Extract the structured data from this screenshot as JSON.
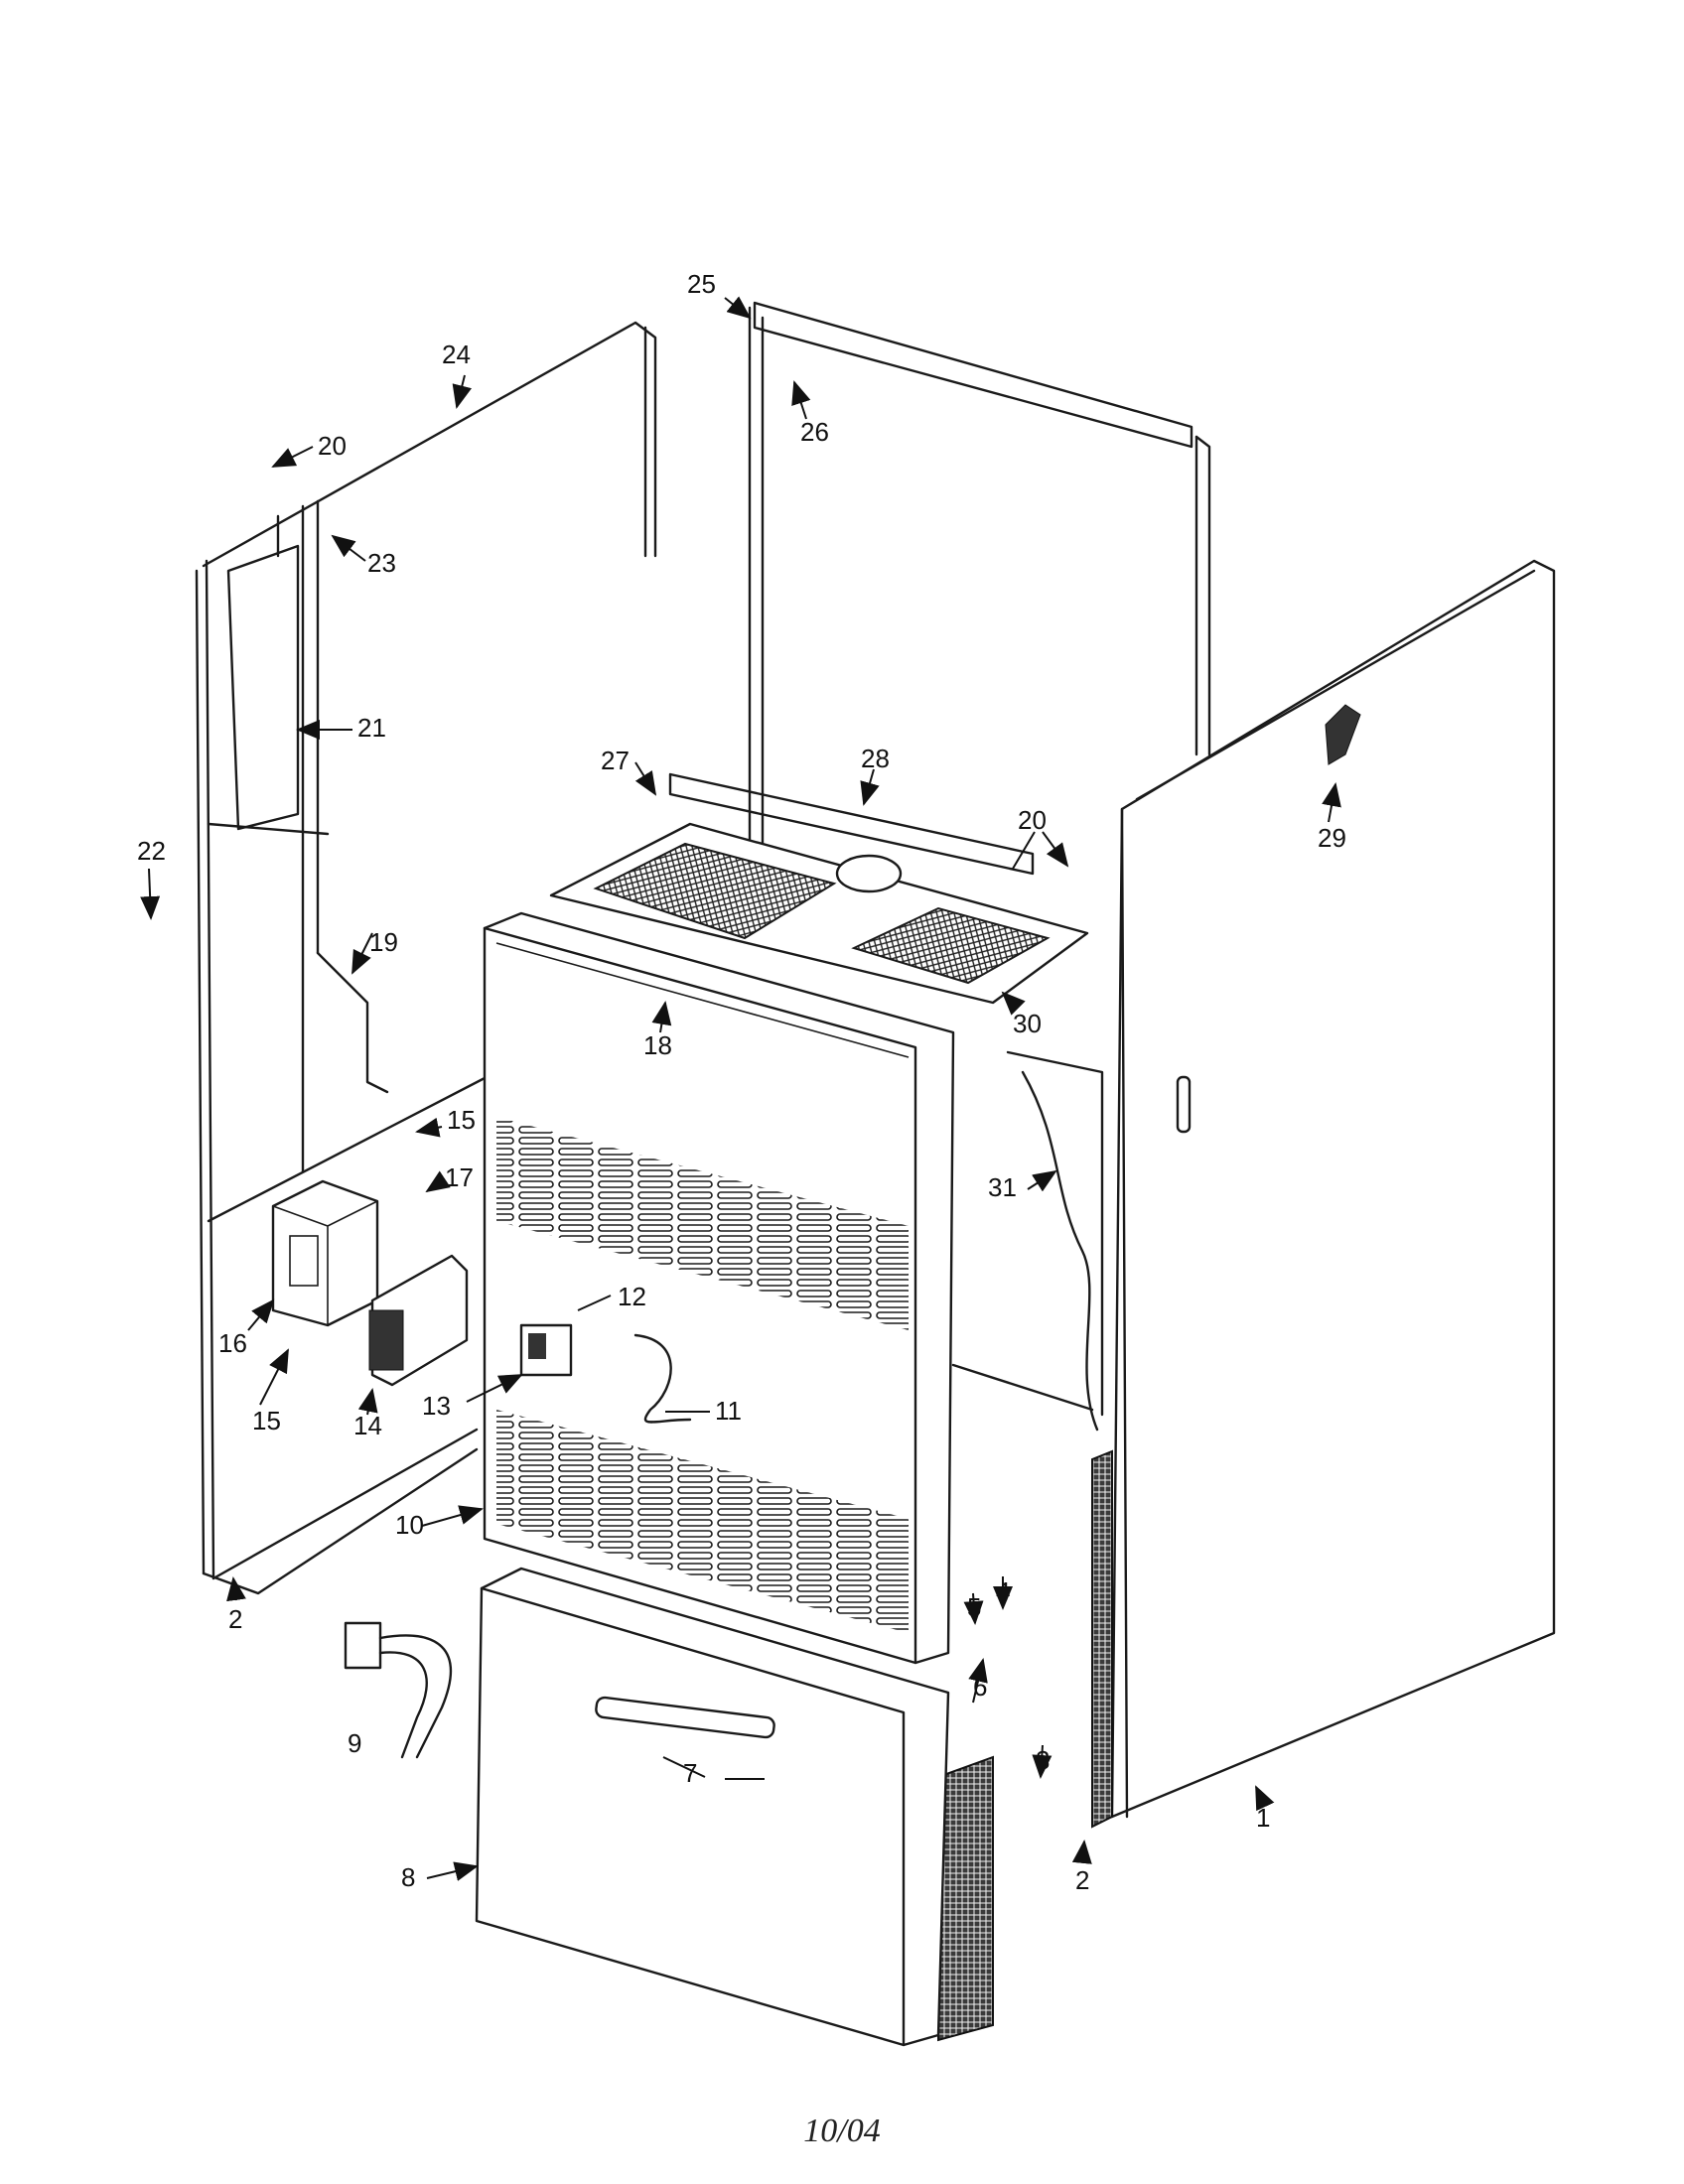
{
  "diagram": {
    "callouts": [
      {
        "id": "1",
        "text": "1"
      },
      {
        "id": "2a",
        "text": "2"
      },
      {
        "id": "2b",
        "text": "2"
      },
      {
        "id": "3",
        "text": "3"
      },
      {
        "id": "4",
        "text": "4"
      },
      {
        "id": "5",
        "text": "5"
      },
      {
        "id": "6",
        "text": "6"
      },
      {
        "id": "7",
        "text": "7"
      },
      {
        "id": "8",
        "text": "8"
      },
      {
        "id": "9",
        "text": "9"
      },
      {
        "id": "10",
        "text": "10"
      },
      {
        "id": "11",
        "text": "11"
      },
      {
        "id": "12",
        "text": "12"
      },
      {
        "id": "13",
        "text": "13"
      },
      {
        "id": "14",
        "text": "14"
      },
      {
        "id": "15a",
        "text": "15"
      },
      {
        "id": "15b",
        "text": "15"
      },
      {
        "id": "16",
        "text": "16"
      },
      {
        "id": "17",
        "text": "17"
      },
      {
        "id": "18",
        "text": "18"
      },
      {
        "id": "19",
        "text": "19"
      },
      {
        "id": "20a",
        "text": "20"
      },
      {
        "id": "20b",
        "text": "20"
      },
      {
        "id": "21",
        "text": "21"
      },
      {
        "id": "22",
        "text": "22"
      },
      {
        "id": "23",
        "text": "23"
      },
      {
        "id": "24",
        "text": "24"
      },
      {
        "id": "25",
        "text": "25"
      },
      {
        "id": "26",
        "text": "26"
      },
      {
        "id": "27",
        "text": "27"
      },
      {
        "id": "28",
        "text": "28"
      },
      {
        "id": "29",
        "text": "29"
      },
      {
        "id": "30",
        "text": "30"
      },
      {
        "id": "31",
        "text": "31"
      }
    ]
  },
  "footer": {
    "date": "10/04"
  }
}
